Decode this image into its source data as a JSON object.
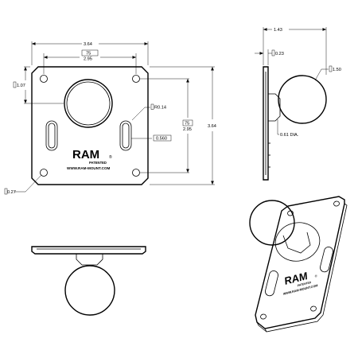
{
  "front_view": {
    "width": "3.64",
    "slot_spacing_upper": "75",
    "slot_spacing_lower": "2.95",
    "hole_offset": "1.07",
    "slot_radius": "R0.14",
    "slot_width": "0.560",
    "vertical_spacing_upper": "75",
    "vertical_spacing_lower": "2.95",
    "height": "3.64",
    "hole_diameter": "0.27"
  },
  "logo": {
    "brand": "RAM",
    "registered": "®",
    "patent": "PATENTED",
    "website": "WWW.RAM-MOUNT.COM"
  },
  "side_view": {
    "overall_depth": "1.43",
    "plate_thickness": "0.23",
    "ball_diameter": "1.50",
    "neck_diameter": "0.61 DIA."
  }
}
